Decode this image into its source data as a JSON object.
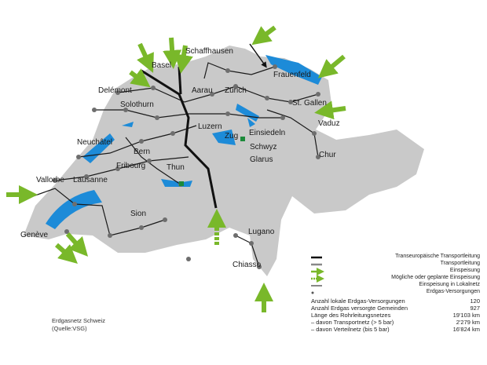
{
  "colors": {
    "land": "#c9c9c9",
    "lake": "#1d8bd8",
    "green": "#79b82a",
    "pipe": "#1a1a1a",
    "node": "#6e6e6e"
  },
  "cities": [
    "Basel",
    "Schaffhausen",
    "Frauenfeld",
    "Delémont",
    "Aarau",
    "Zürich",
    "St. Gallen",
    "Solothurn",
    "Vaduz",
    "Luzern",
    "Zug",
    "Einsiedeln",
    "Neuchâtel",
    "Bern",
    "Schwyz",
    "Glarus",
    "Chur",
    "Fribourg",
    "Thun",
    "Vallorbe",
    "Lausanne",
    "Sion",
    "Genève",
    "Lugano",
    "Chiasso"
  ],
  "legend": [
    "Transeuropäische Transportleitung",
    "Transportleitung",
    "Einspeisung",
    "Mögliche oder geplante Einspeisung",
    "Einspeisung in Lokalnetz",
    "Erdgas-Versorgungen"
  ],
  "stats": [
    {
      "label": "Anzahl lokale Erdgas-Versorgungen",
      "value": "120"
    },
    {
      "label": "Anzahl Erdgas versorgte Gemeinden",
      "value": "927"
    },
    {
      "label": "Länge des Rohrleitungsnetzes",
      "value": "19'103 km"
    },
    {
      "label": "– davon Transportnetz (> 5 bar)",
      "value": "2'279 km"
    },
    {
      "label": "– davon Verteilnetz (bis 5 bar)",
      "value": "16'824 km"
    }
  ],
  "caption": {
    "title": "Erdgasnetz Schweiz",
    "source": "(Quelle:VSG)"
  }
}
